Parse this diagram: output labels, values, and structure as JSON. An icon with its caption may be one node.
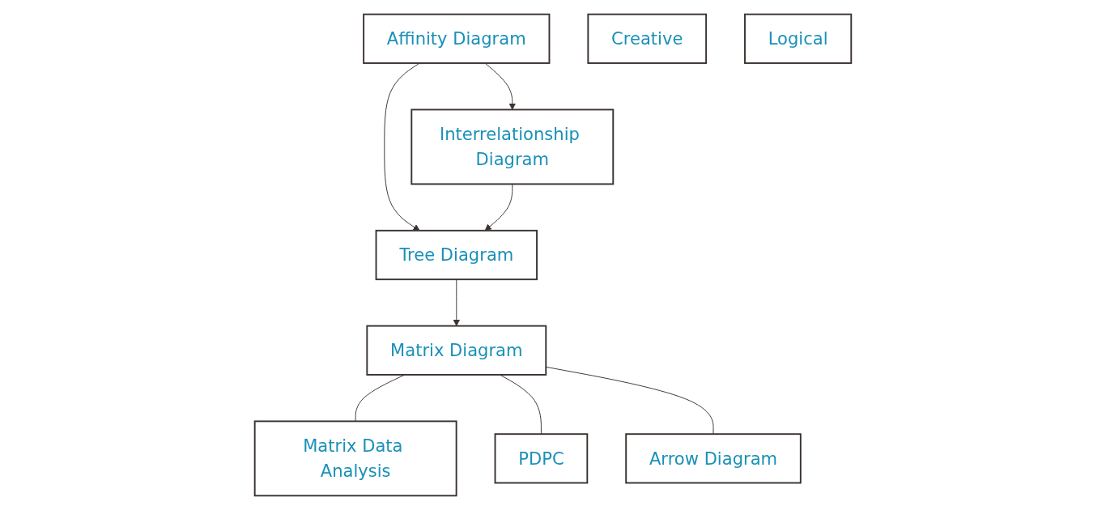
{
  "diagram": {
    "nodes": [
      {
        "text": [
          "Affinity Diagram"
        ]
      },
      {
        "text": [
          "Interrelationship Diagram"
        ]
      },
      {
        "text": [
          "Creative"
        ]
      },
      {
        "text": [
          "Logical"
        ]
      },
      {
        "text": [
          "Tree Diagram"
        ]
      },
      {
        "text": [
          "Matrix Diagram"
        ]
      },
      {
        "text": [
          "Matrix Data Analysis"
        ]
      },
      {
        "text": [
          "PDPC"
        ]
      },
      {
        "text": [
          "Arrow Diagram"
        ]
      }
    ],
    "edges": [
      {
        "from": 0,
        "to": 1,
        "arrow": "to"
      },
      {
        "from": 0,
        "to": 4,
        "arrow": "to"
      },
      {
        "from": 1,
        "to": 4,
        "arrow": "to"
      },
      {
        "from": 4,
        "to": 5,
        "arrow": "to"
      },
      {
        "from": 5,
        "to": 6,
        "arrow": "none"
      },
      {
        "from": 5,
        "to": 7,
        "arrow": "none"
      },
      {
        "from": 5,
        "to": 8,
        "arrow": "none"
      }
    ]
  }
}
